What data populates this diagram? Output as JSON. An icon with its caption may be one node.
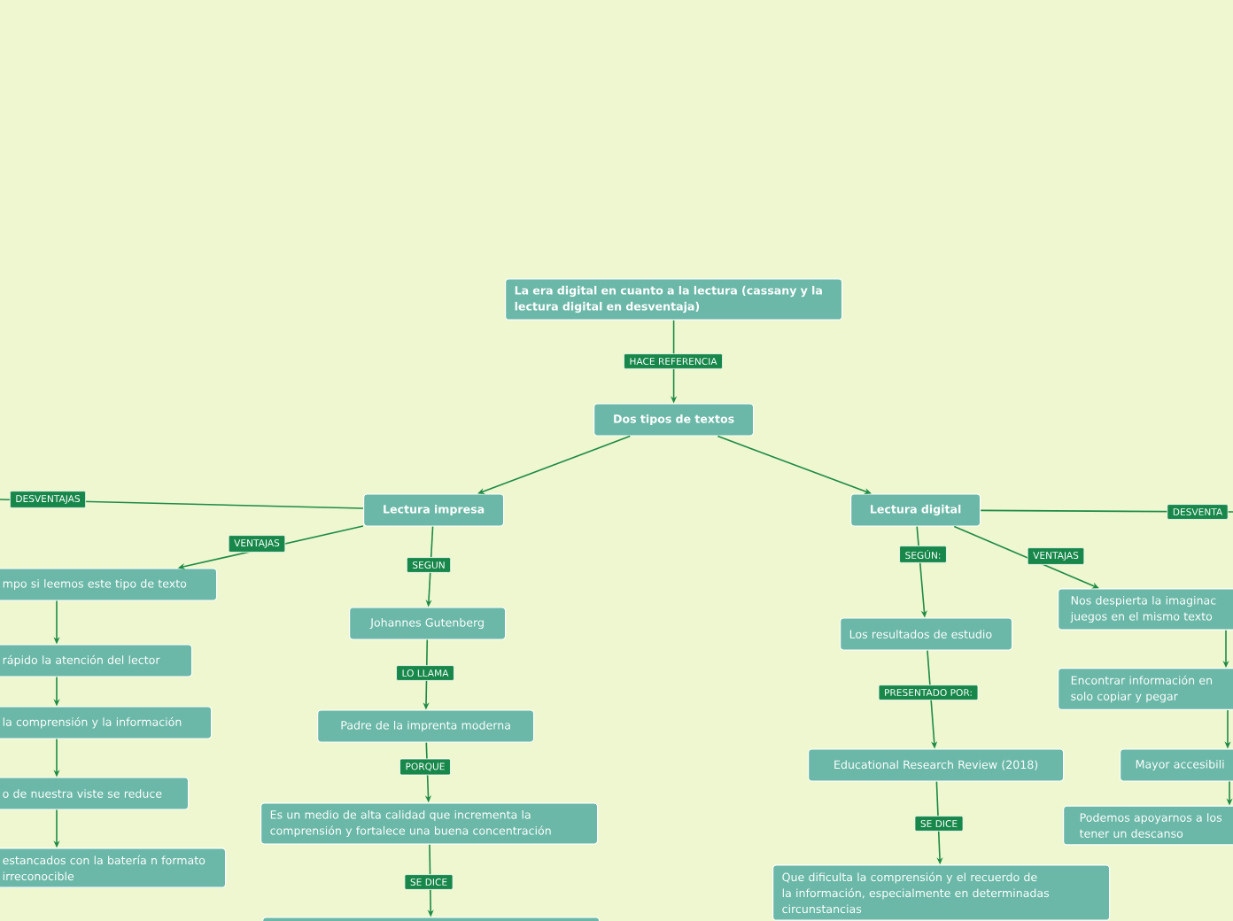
{
  "diagram": {
    "nodes": [
      {
        "text": [
          "La era digital en cuanto a la lectura (cassany y la lectura digital en desventaja)"
        ]
      },
      {
        "text": [
          "Dos tipos de textos"
        ]
      },
      {
        "text": [
          "Lectura impresa"
        ]
      },
      {
        "text": [
          "Lectura digital"
        ]
      },
      {
        "text": [
          "mpo si leemos este tipo de texto"
        ]
      },
      {
        "text": [
          "rápido la atención del lector"
        ]
      },
      {
        "text": [
          "la comprensión y la información"
        ]
      },
      {
        "text": [
          "o de nuestra viste se reduce"
        ]
      },
      {
        "text": [
          "estancados con la batería n formato irreconocible"
        ]
      },
      {
        "text": [
          "Johannes Gutenberg"
        ]
      },
      {
        "text": [
          "Padre de la imprenta moderna"
        ]
      },
      {
        "text": [
          "Es un medio de alta calidad que incrementa la comprensión y fortalece una buena concentración"
        ]
      },
      {
        "text": [],
        "shape": "box"
      },
      {
        "text": [
          "Los resultados de estudio"
        ]
      },
      {
        "text": [
          "Educational Research Review (2018)"
        ]
      },
      {
        "text": [
          "Que dificulta la comprensión y el recuerdo de la información, especialmente en determinadas circunstancias"
        ]
      },
      {
        "text": [
          "Nos despierta la imaginac juegos en el mismo texto"
        ]
      },
      {
        "text": [
          "Encontrar información en solo copiar y pegar"
        ]
      },
      {
        "text": [
          "Mayor accesibili"
        ]
      },
      {
        "text": [
          "Podemos apoyarnos a los tener un descanso"
        ]
      }
    ],
    "edges": [
      {
        "from": 0,
        "to": 1,
        "arrow": "to",
        "label": "HACE REFERENCIA"
      },
      {
        "from": 1,
        "to": 2,
        "arrow": "to"
      },
      {
        "from": 1,
        "to": 3,
        "arrow": "to"
      },
      {
        "from": 2,
        "to": null,
        "arrow": "none",
        "label": "DESVENTAJAS"
      },
      {
        "from": 2,
        "to": 4,
        "arrow": "to",
        "label": "VENTAJAS"
      },
      {
        "from": 4,
        "to": 5,
        "arrow": "to"
      },
      {
        "from": 5,
        "to": 6,
        "arrow": "to"
      },
      {
        "from": 6,
        "to": 7,
        "arrow": "to"
      },
      {
        "from": 7,
        "to": 8,
        "arrow": "to"
      },
      {
        "from": 2,
        "to": 9,
        "arrow": "to",
        "label": "SEGUN"
      },
      {
        "from": 9,
        "to": 10,
        "arrow": "to",
        "label": "LO LLAMA"
      },
      {
        "from": 10,
        "to": 11,
        "arrow": "to",
        "label": "PORQUE"
      },
      {
        "from": 11,
        "to": 12,
        "arrow": "to",
        "label": "SE DICE"
      },
      {
        "from": 3,
        "to": 13,
        "arrow": "to",
        "label": "SEGÚN:"
      },
      {
        "from": 13,
        "to": 14,
        "arrow": "to",
        "label": "PRESENTADO POR:"
      },
      {
        "from": 14,
        "to": 15,
        "arrow": "to",
        "label": "SE DICE"
      },
      {
        "from": 3,
        "to": null,
        "arrow": "none",
        "label": "DESVENTA"
      },
      {
        "from": 3,
        "to": 16,
        "arrow": "to",
        "label": "VENTAJAS"
      },
      {
        "from": 16,
        "to": 17,
        "arrow": "to"
      },
      {
        "from": 17,
        "to": 18,
        "arrow": "to"
      },
      {
        "from": 18,
        "to": 19,
        "arrow": "to"
      }
    ]
  }
}
